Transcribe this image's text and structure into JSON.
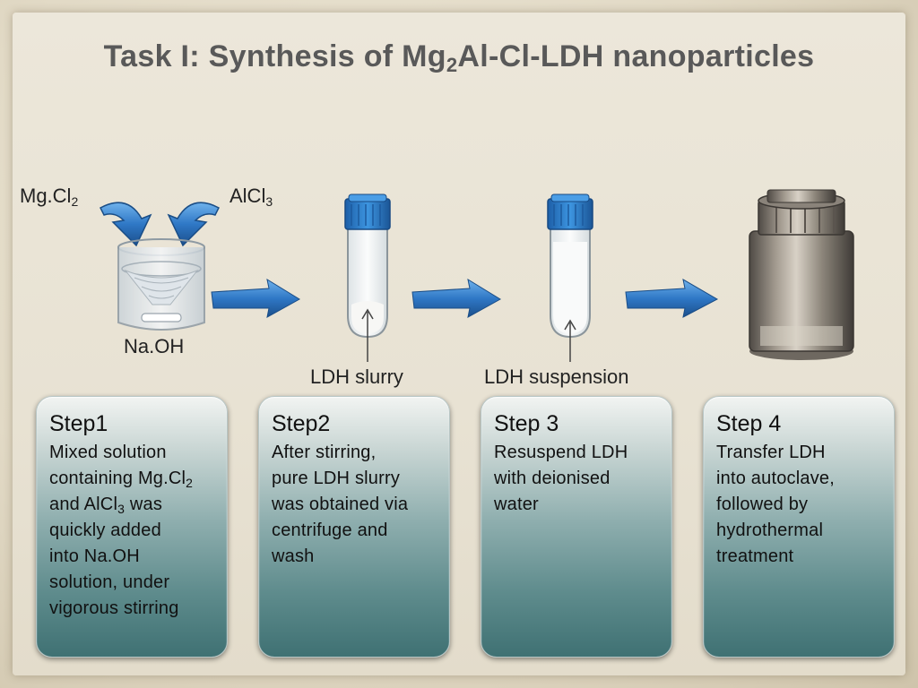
{
  "title": {
    "before": "Task I: Synthesis of Mg",
    "sub": "2",
    "after": "Al-Cl-LDH nanoparticles"
  },
  "reagents": {
    "mgcl2": {
      "text": "Mg.Cl",
      "sub": "2"
    },
    "alcl3": {
      "text": "AlCl",
      "sub": "3"
    },
    "naoh": "Na.OH"
  },
  "tube_labels": {
    "slurry": "LDH slurry",
    "suspension": "LDH suspension"
  },
  "steps": [
    {
      "title": "Step1",
      "lines": [
        {
          "text": "Mixed solution"
        },
        {
          "text": "containing Mg.Cl",
          "sub": "2"
        },
        {
          "text": "and AlCl",
          "sub": "3",
          "tail": " was"
        },
        {
          "text": "quickly added"
        },
        {
          "text": "into Na.OH"
        },
        {
          "text": "solution, under"
        },
        {
          "text": "vigorous stirring"
        }
      ]
    },
    {
      "title": "Step2",
      "lines": [
        {
          "text": "After stirring,"
        },
        {
          "text": "pure LDH slurry"
        },
        {
          "text": "was obtained via"
        },
        {
          "text": "centrifuge and"
        },
        {
          "text": "wash"
        }
      ]
    },
    {
      "title": "Step 3",
      "lines": [
        {
          "text": "Resuspend LDH"
        },
        {
          "text": "with deionised"
        },
        {
          "text": "water"
        }
      ]
    },
    {
      "title": "Step 4",
      "lines": [
        {
          "text": "Transfer LDH"
        },
        {
          "text": "into autoclave,"
        },
        {
          "text": "followed by"
        },
        {
          "text": "hydrothermal"
        },
        {
          "text": "treatment"
        }
      ]
    }
  ],
  "colors": {
    "arrow_blue": "#2f78c6",
    "cap_blue": "#2c7ccb",
    "card_teal": "#5f8c8d",
    "title_gray": "#595959"
  },
  "icons": [
    "curved-down-arrow-icon",
    "right-arrow-icon",
    "beaker-icon",
    "centrifuge-tube-icon",
    "autoclave-icon"
  ]
}
